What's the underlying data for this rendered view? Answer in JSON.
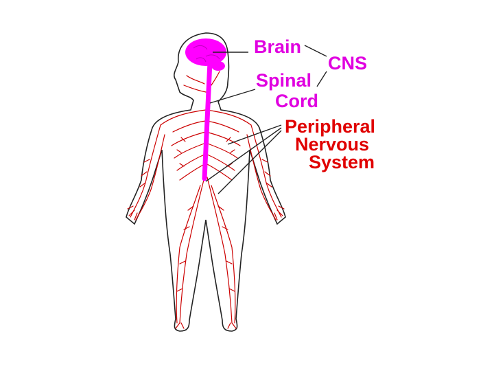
{
  "labels": {
    "brain": "Brain",
    "cns": "CNS",
    "spinal_line1": "Spinal",
    "spinal_line2": "Cord",
    "pns_line1": "Peripheral",
    "pns_line2": "Nervous",
    "pns_line3": "System"
  },
  "colors": {
    "cns": "#ff00ff",
    "cns_label": "#e000e0",
    "nerves": "#cc0000",
    "pns_label": "#e00000",
    "outline": "#222222"
  }
}
